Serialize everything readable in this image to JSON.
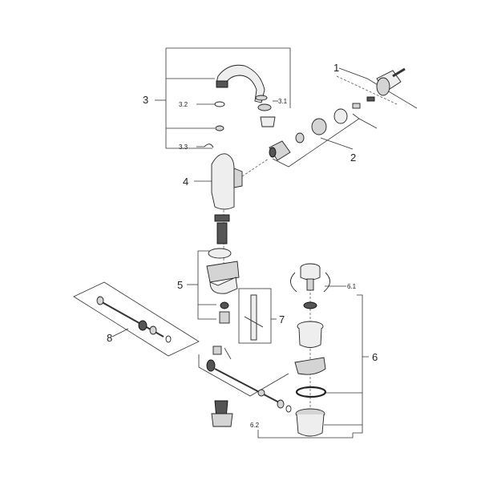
{
  "callouts": {
    "c1": "1",
    "c2": "2",
    "c3": "3",
    "c3_1": "3.1",
    "c3_2": "3.2",
    "c3_3": "3.3",
    "c4": "4",
    "c5": "5",
    "c6": "6",
    "c6_1": "6.1",
    "c6_2": "6.2",
    "c7": "7",
    "c8": "8"
  }
}
